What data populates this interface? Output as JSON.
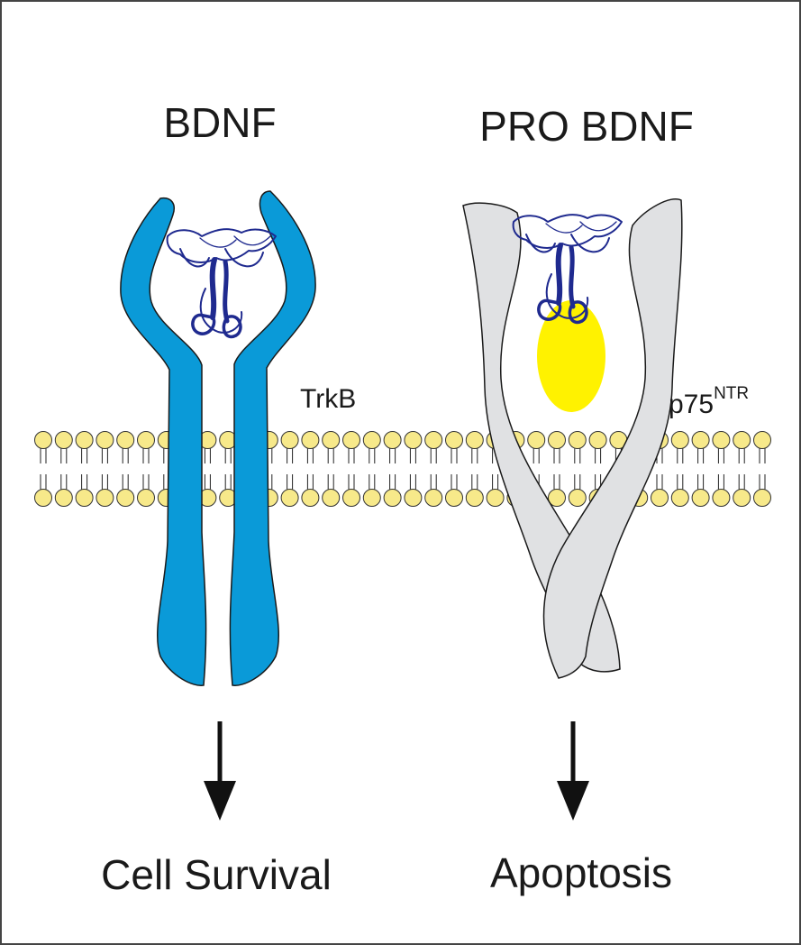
{
  "left": {
    "ligand_label": "BDNF",
    "receptor_label": "TrkB",
    "outcome_label": "Cell Survival"
  },
  "right": {
    "ligand_label": "PRO BDNF",
    "receptor_label": "p75",
    "receptor_superscript": "NTR",
    "outcome_label": "Apoptosis"
  },
  "colors": {
    "trkb_receptor": "#0a9ad8",
    "p75_receptor": "#e0e1e3",
    "prodomain": "#fff200",
    "lipid_head": "#f7e98a",
    "bdnf_protein": "#1f2a8f",
    "border": "#444444",
    "arrow": "#111111"
  },
  "icons": {
    "outcome_arrow": "arrow-down-icon",
    "membrane": "lipid-bilayer",
    "ligand": "protein-ribbon"
  }
}
